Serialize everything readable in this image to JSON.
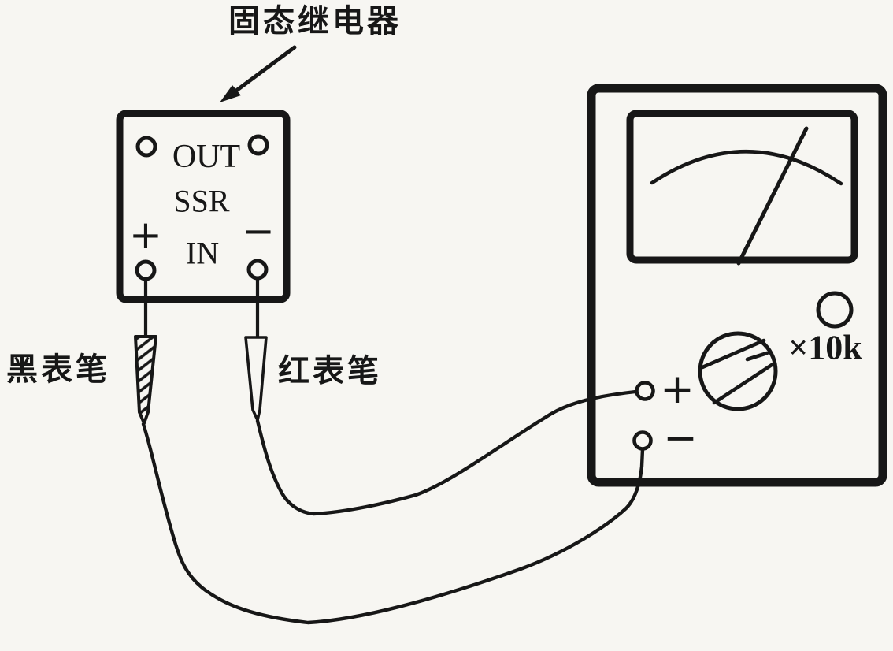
{
  "callout": {
    "label": "固态继电器"
  },
  "ssr": {
    "out_label": "OUT",
    "name_label": "SSR",
    "in_label": "IN",
    "plus_label": "+",
    "minus_label": "−"
  },
  "probes": {
    "black_label": "黑表笔",
    "red_label": "红表笔"
  },
  "meter": {
    "plus_label": "+",
    "minus_label": "−",
    "range_label": "×10k"
  },
  "colors": {
    "ink": "#171717",
    "background": "#f7f6f2"
  }
}
